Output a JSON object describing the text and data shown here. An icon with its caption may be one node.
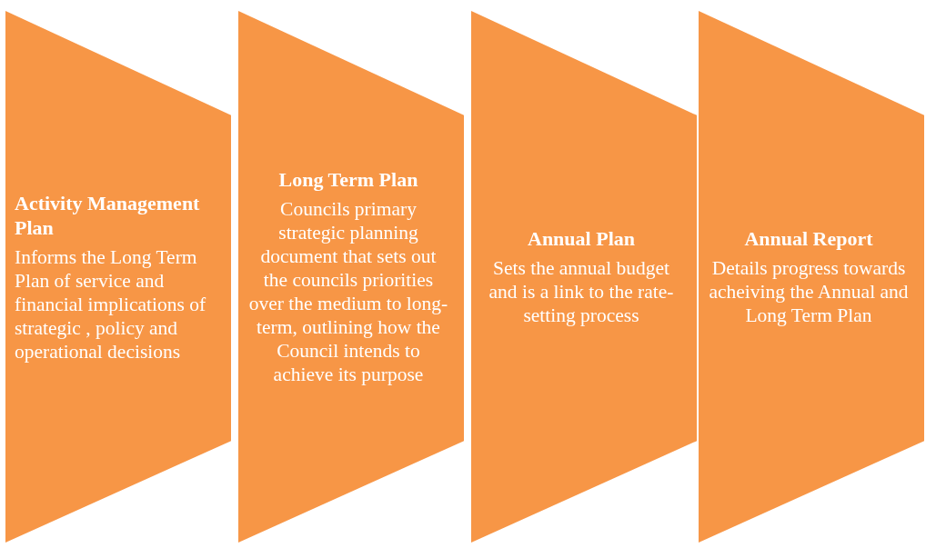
{
  "diagram": {
    "nodes": [
      {
        "text": [
          "Activity Management Plan",
          "Informs the Long Term Plan of service and financial implications of strategic , policy and operational decisions"
        ]
      },
      {
        "text": [
          "Long Term Plan",
          "Councils primary strategic planning document that sets out the councils priorities over the medium to long-term, outlining how the Council intends to achieve its purpose"
        ]
      },
      {
        "text": [
          "Annual Plan",
          "Sets the annual budget and is a link to the rate-setting process"
        ]
      },
      {
        "text": [
          "Annual Report",
          "Details progress towards acheiving the Annual and Long Term Plan"
        ]
      }
    ],
    "edges": []
  }
}
